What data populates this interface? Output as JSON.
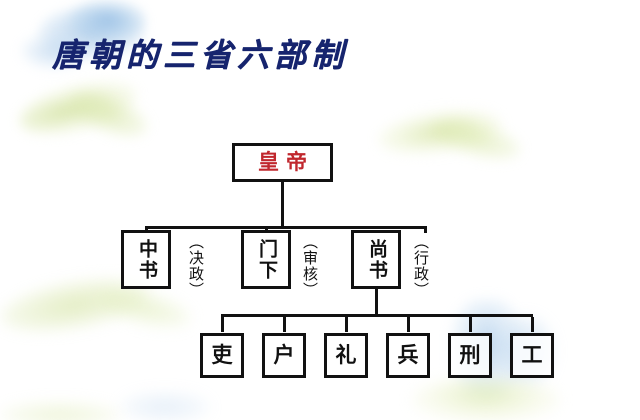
{
  "page": {
    "title": "唐朝的三省六部制",
    "title_color": "#16246e",
    "background_color": "#ffffff"
  },
  "diagram": {
    "type": "organizational-hierarchy",
    "root": {
      "id": "emperor",
      "label": "皇帝",
      "text_color": "#c0272d"
    },
    "level_two": [
      {
        "id": "zhongshu",
        "label": "中书",
        "annotation": "（决政）"
      },
      {
        "id": "menxia",
        "label": "门下",
        "annotation": "（审核）"
      },
      {
        "id": "shangshu",
        "label": "尚书",
        "annotation": "（行政）"
      }
    ],
    "level_three_parent": "shangshu",
    "level_three": [
      {
        "id": "li",
        "label": "吏"
      },
      {
        "id": "hu",
        "label": "户"
      },
      {
        "id": "rli",
        "label": "礼"
      },
      {
        "id": "bing",
        "label": "兵"
      },
      {
        "id": "xing",
        "label": "刑"
      },
      {
        "id": "gong",
        "label": "工"
      }
    ],
    "line_color": "#111111",
    "box_border_color": "#111111"
  },
  "decorations": {
    "cloud_color": "#a8c9e9",
    "leaf_color": "#d0dE98"
  }
}
